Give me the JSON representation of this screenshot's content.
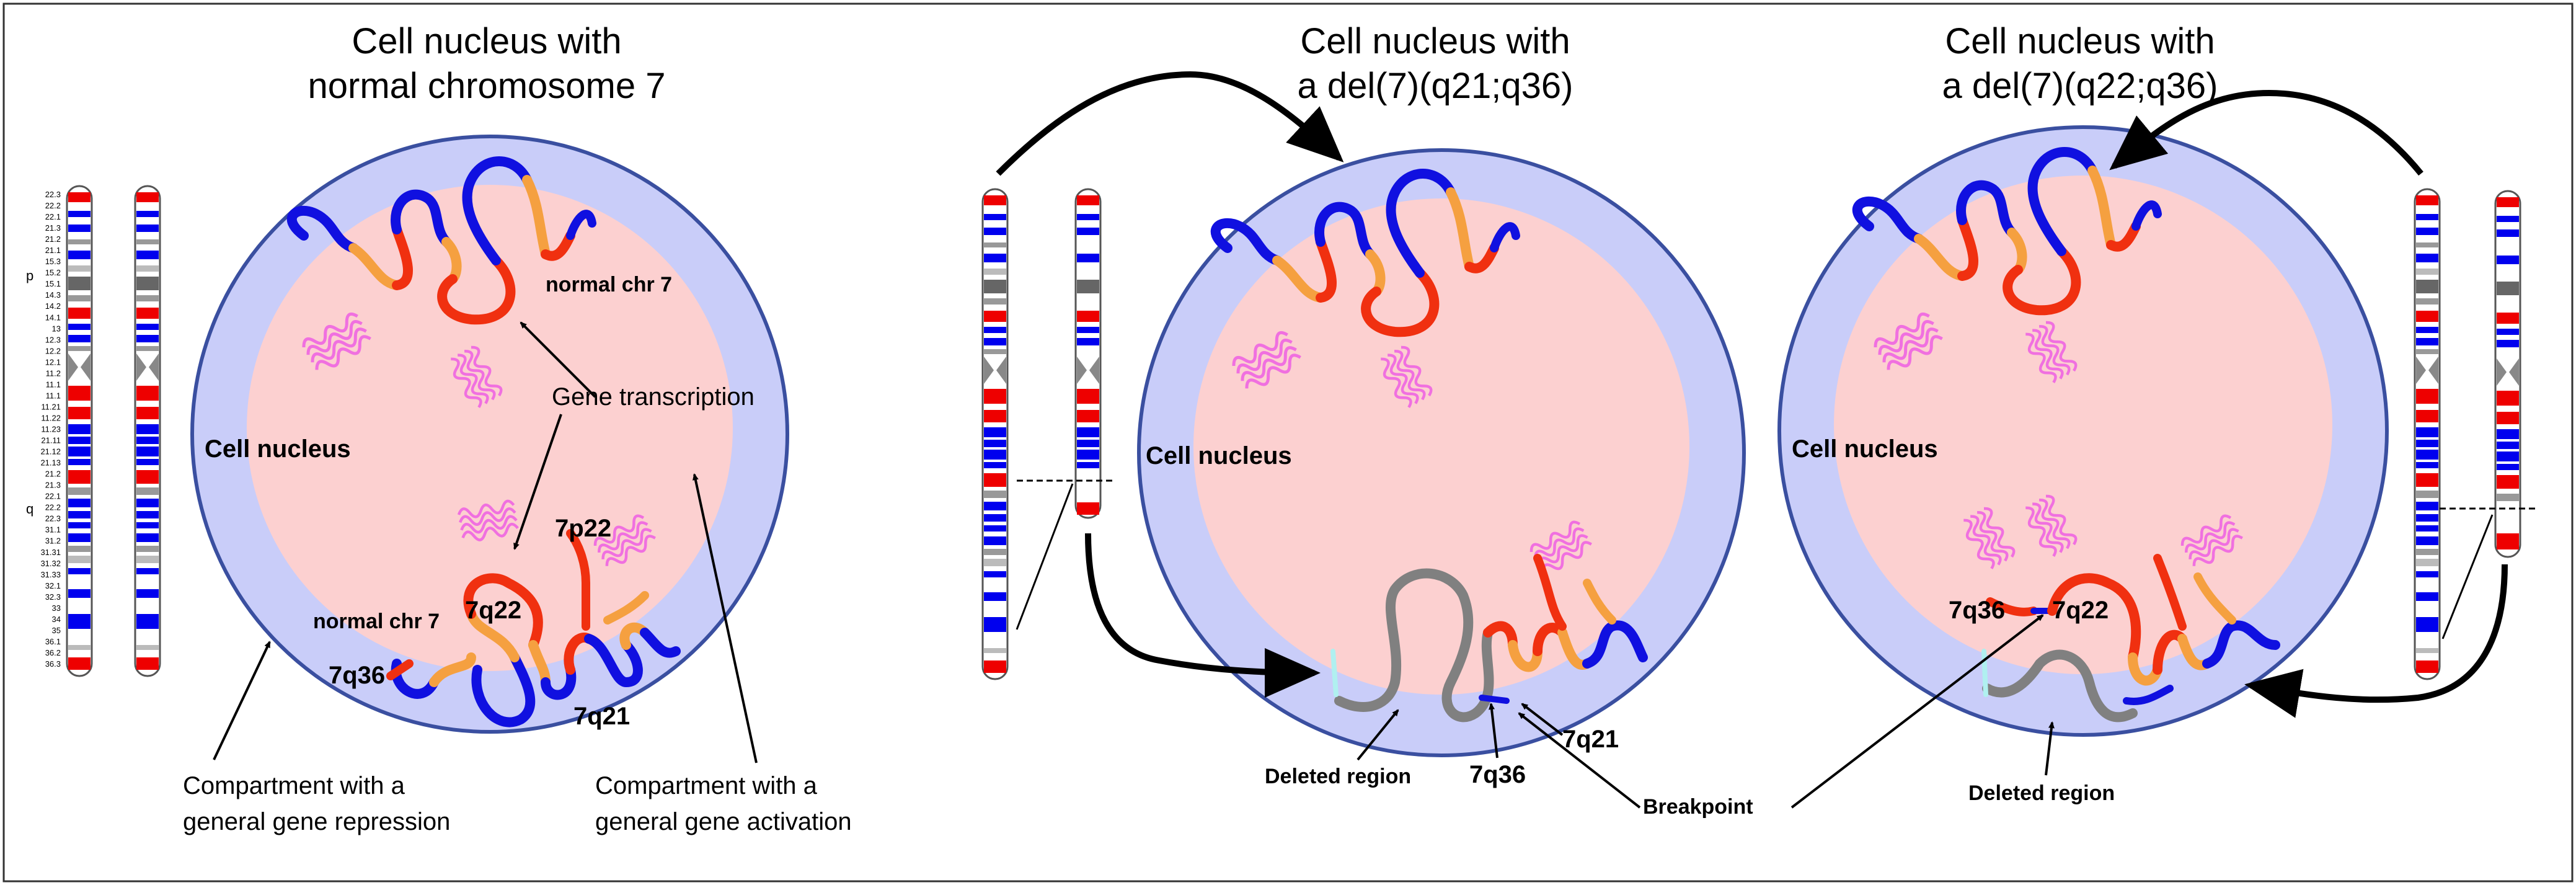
{
  "panels": [
    {
      "title_line1": "Cell nucleus with",
      "title_line2": "normal chromosome 7",
      "nucleus_label": "Cell nucleus",
      "normal_chr_upper": "normal chr 7",
      "gene_transcription": "Gene transcription",
      "p22": "7p22",
      "q22": "7q22",
      "normal_chr_lower": "normal chr 7",
      "q36": "7q36",
      "q21": "7q21",
      "repression_line1": "Compartment with a",
      "repression_line2": "general gene repression",
      "activation_line1": "Compartment with a",
      "activation_line2": "general gene activation"
    },
    {
      "title_line1": "Cell nucleus with",
      "title_line2": "a del(7)(q21;q36)",
      "nucleus_label": "Cell nucleus",
      "deleted_region": "Deleted region",
      "q36": "7q36",
      "q21": "7q21"
    },
    {
      "title_line1": "Cell nucleus with",
      "title_line2": "a del(7)(q22;q36)",
      "nucleus_label": "Cell nucleus",
      "q36": "7q36",
      "q22": "7q22",
      "deleted_region": "Deleted region"
    }
  ],
  "breakpoint": "Breakpoint",
  "ideogram": {
    "arm_p": "p",
    "arm_q": "q",
    "bands": [
      "22.3",
      "22.2",
      "22.1",
      "21.3",
      "21.2",
      "21.1",
      "15.3",
      "15.2",
      "15.1",
      "14.3",
      "14.2",
      "14.1",
      "13",
      "12.3",
      "12.2",
      "12.1",
      "11.2",
      "11.1",
      "11.1",
      "11.21",
      "11.22",
      "11.23",
      "21.11",
      "21.12",
      "21.13",
      "21.2",
      "21.3",
      "22.1",
      "22.2",
      "22.3",
      "31.1",
      "31.2",
      "31.31",
      "31.32",
      "31.33",
      "32.1",
      "32.3",
      "33",
      "34",
      "35",
      "36.1",
      "36.2",
      "36.3"
    ]
  },
  "colors": {
    "outer_nucleus": "#c9cdf9",
    "inner_compartment": "#fcd0d0",
    "chromatin_repressed": "#1010e0",
    "chromatin_active": "#f5a040",
    "chromatin_transcribed": "#f03010",
    "transcript": "#f070e0",
    "deleted": "#808080",
    "breakpoint_end": "#b0f0f0"
  }
}
